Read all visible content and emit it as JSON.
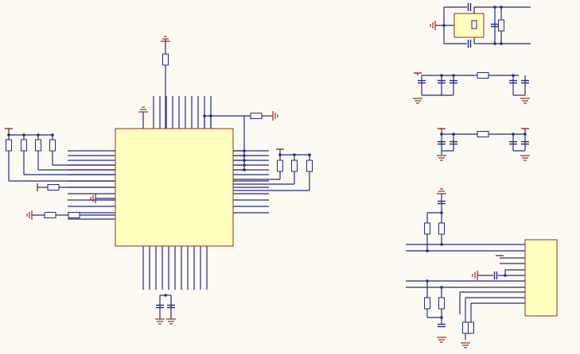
{
  "sheet": {
    "title": "",
    "colors": {
      "background": "#fdfaf3",
      "wire": "#1f2a8a",
      "part_fill": "#ffffc0",
      "part_stroke": "#9a2a1a",
      "junction": "#1f2a8a",
      "power": "#9a2a1a"
    }
  },
  "components": {
    "main_ic": {
      "kind": "ic",
      "label": ""
    },
    "connector": {
      "kind": "connector",
      "label": ""
    },
    "crystal": {
      "kind": "crystal",
      "label": ""
    }
  },
  "symbols": {
    "ground_icon": "ground-icon",
    "power_icon": "power-bar-icon",
    "resistor_icon": "resistor-icon",
    "capacitor_icon": "capacitor-icon",
    "crystal_icon": "crystal-icon"
  }
}
